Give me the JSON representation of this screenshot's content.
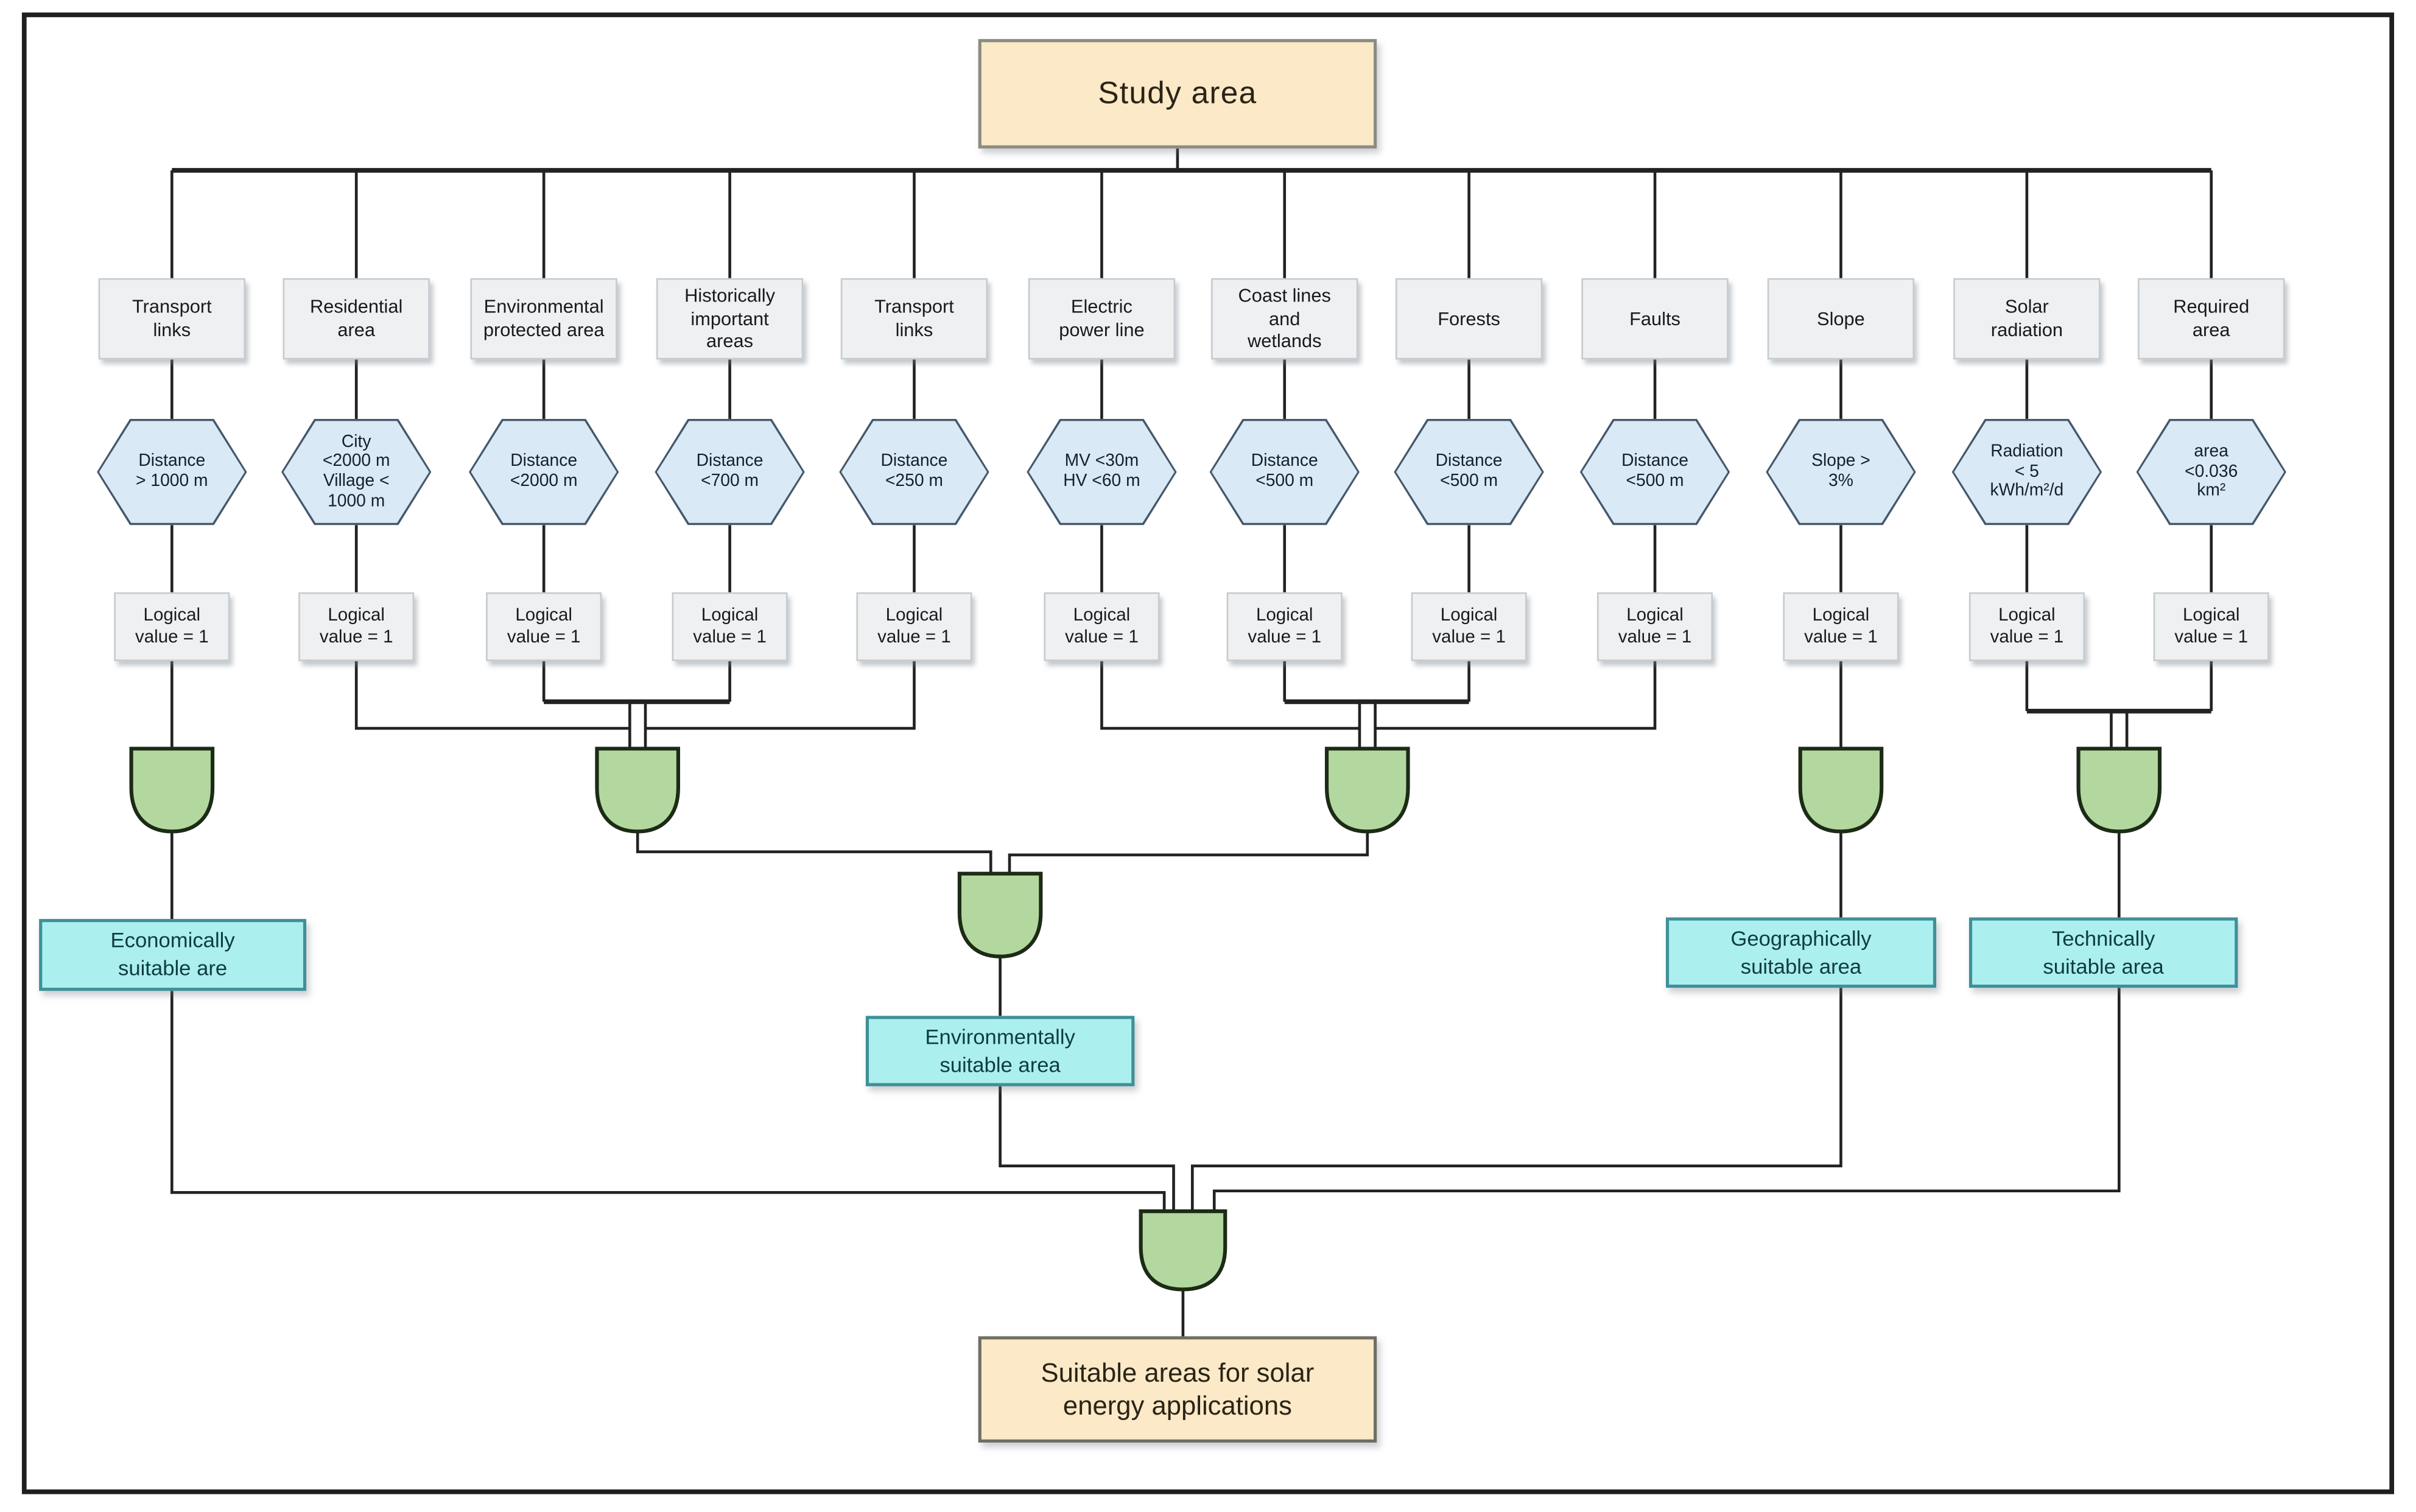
{
  "diagram": {
    "title": "Study area",
    "result": "Suitable areas for solar\nenergy applications",
    "columns": [
      {
        "header": "Transport\nlinks",
        "condition": "Distance\n> 1000 m",
        "logical": "Logical\nvalue =  1"
      },
      {
        "header": "Residential\narea",
        "condition": "City\n<2000 m\nVillage <\n1000 m",
        "logical": "Logical\nvalue =  1"
      },
      {
        "header": "Environmental\nprotected area",
        "condition": "Distance\n<2000 m",
        "logical": "Logical\nvalue = 1"
      },
      {
        "header": "Historically\nimportant\nareas",
        "condition": "Distance\n<700 m",
        "logical": "Logical\nvalue = 1"
      },
      {
        "header": "Transport\nlinks",
        "condition": "Distance\n<250 m",
        "logical": "Logical\nvalue = 1"
      },
      {
        "header": "Electric\npower line",
        "condition": "MV <30m\nHV <60 m",
        "logical": "Logical\nvalue = 1"
      },
      {
        "header": "Coast lines\nand\nwetlands",
        "condition": "Distance\n<500 m",
        "logical": "Logical\nvalue = 1"
      },
      {
        "header": "Forests",
        "condition": "Distance\n<500 m",
        "logical": "Logical\nvalue = 1"
      },
      {
        "header": "Faults",
        "condition": "Distance\n<500 m",
        "logical": "Logical\nvalue = 1"
      },
      {
        "header": "Slope",
        "condition": "Slope >\n3%",
        "logical": "Logical\nvalue = 1"
      },
      {
        "header": "Solar\nradiation",
        "condition": "Radiation\n< 5\nkWh/m²/d",
        "logical": "Logical\nvalue = 1"
      },
      {
        "header": "Required\narea",
        "condition": "area\n<0.036\nkm²",
        "logical": "Logical\nvalue = 1"
      }
    ],
    "outputs": {
      "economically": "Economically\nsuitable are",
      "environmentally": "Environmentally\nsuitable area",
      "geographically": "Geographically\nsuitable area",
      "technically": "Technically\nsuitable area"
    },
    "colors": {
      "terminal_fill": "#fbe9c7",
      "criterion_fill": "#eef0f1",
      "hexagon_fill": "#d9e9f5",
      "hexagon_border": "#45586b",
      "gate_fill": "#b3d89f",
      "gate_border": "#1c2b15",
      "output_fill": "#abefef",
      "output_border": "#3f9098",
      "line": "#222222"
    }
  }
}
